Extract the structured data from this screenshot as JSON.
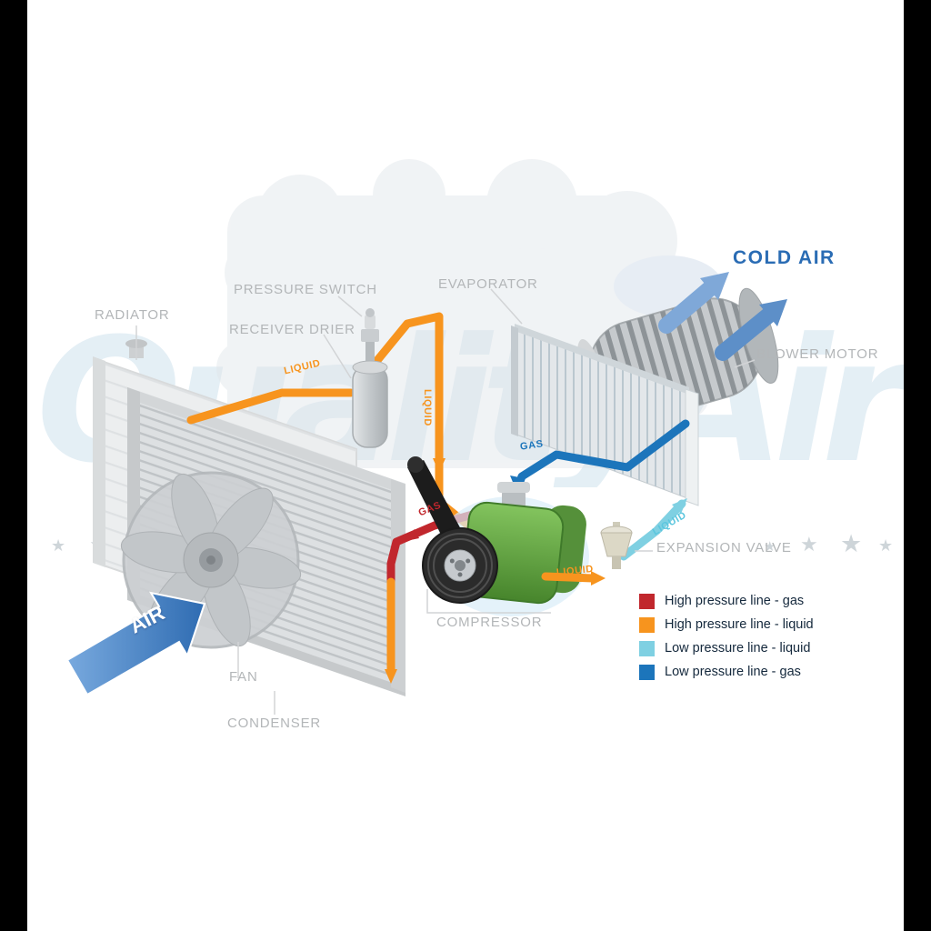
{
  "frame": {
    "side_bar_color": "#000000",
    "background": "#ffffff"
  },
  "watermark": {
    "text": "QualityAir",
    "star": "★",
    "color": "#cfe2ee"
  },
  "diagram": {
    "labels": {
      "radiator": "RADIATOR",
      "pressure_switch": "PRESSURE SWITCH",
      "receiver_drier": "RECEIVER DRIER",
      "evaporator": "EVAPORATOR",
      "blower_motor": "BLOWER MOTOR",
      "expansion_valve": "EXPANSION VALVE",
      "compressor": "COMPRESSOR",
      "fan": "FAN",
      "condenser": "CONDENSER",
      "air": "AIR",
      "cold_air": "COLD AIR"
    },
    "pipe_labels": [
      {
        "text": "LIQUID",
        "color": "#f7941e"
      },
      {
        "text": "LIQUID",
        "color": "#f7941e"
      },
      {
        "text": "GAS",
        "color": "#1c75bb"
      },
      {
        "text": "GAS",
        "color": "#c1272d"
      },
      {
        "text": "LIQUID",
        "color": "#5bc6de"
      },
      {
        "text": "LIQUID",
        "color": "#f7941e"
      }
    ],
    "legend": {
      "items": [
        {
          "label": "High pressure line - gas",
          "color": "#c1272d"
        },
        {
          "label": "High pressure line - liquid",
          "color": "#f7941e"
        },
        {
          "label": "Low pressure line - liquid",
          "color": "#7fd0e2"
        },
        {
          "label": "Low pressure line -  gas",
          "color": "#1c75bb"
        }
      ]
    },
    "colors": {
      "high_pressure_gas": "#c1272d",
      "high_pressure_liquid": "#f7941e",
      "low_pressure_liquid": "#7fd0e2",
      "low_pressure_gas": "#1c75bb",
      "cold_air_blue": "#2a6cb4"
    }
  }
}
